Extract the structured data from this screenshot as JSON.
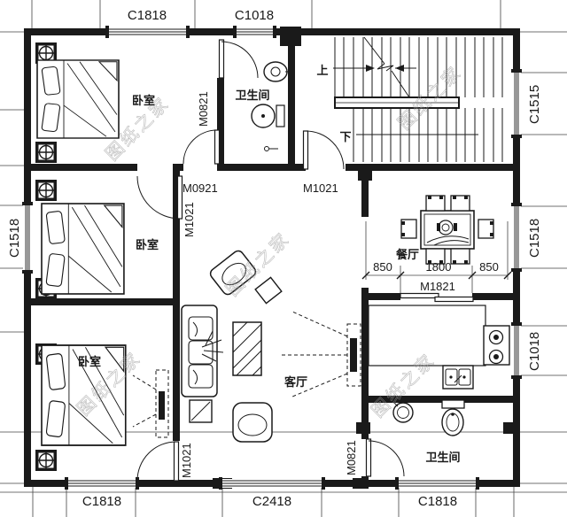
{
  "plan": {
    "watermark": "图纸之家",
    "windows": {
      "top_left": "C1818",
      "top_center": "C1018",
      "right_top": "C1515",
      "right_middle": "C1518",
      "right_bottom": "C1018",
      "left_middle": "C1518",
      "bottom_left": "C1818",
      "bottom_center": "C2418",
      "bottom_right": "C1818"
    },
    "doors": {
      "bathroom_top": "M0821",
      "bedroom_top": "M0921",
      "bedroom_middle": "M1021",
      "stair_hall": "M1021",
      "dining_kitchen": "M1821",
      "bedroom_bottom": "M1021",
      "bathroom_bottom": "M0821"
    },
    "rooms": {
      "bedroom_top": "卧室",
      "bedroom_middle": "卧室",
      "bedroom_bottom": "卧室",
      "bathroom_top": "卫生间",
      "bathroom_bottom": "卫生间",
      "living": "客厅",
      "dining": "餐厅"
    },
    "stairs": {
      "up": "上",
      "down": "下"
    },
    "dimensions": {
      "seg_left": "850",
      "seg_center": "1800",
      "seg_right": "850"
    },
    "colors": {
      "line": "#1a1a1a",
      "watermark": "#9a9a9a",
      "background": "#ffffff"
    }
  }
}
